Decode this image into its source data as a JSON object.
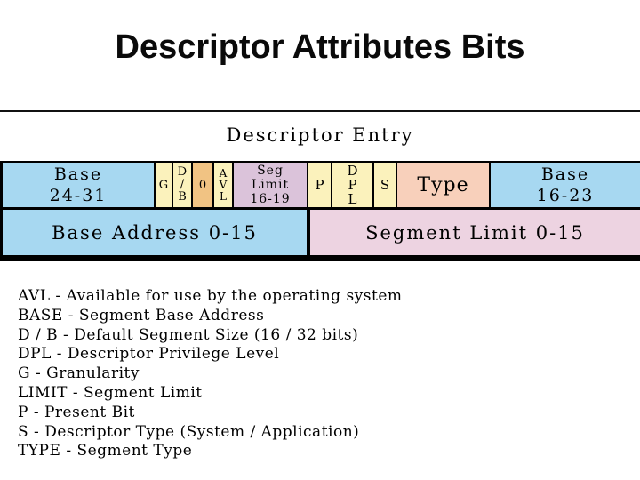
{
  "title": "Descriptor Attributes Bits",
  "diagram": {
    "label": "Descriptor Entry",
    "row_high": [
      {
        "id": "base-24-31",
        "bg": "blue",
        "lines": [
          "Base",
          "24-31"
        ]
      },
      {
        "id": "g",
        "bg": "yellow",
        "lines": [
          "G"
        ]
      },
      {
        "id": "d-b",
        "bg": "yellow",
        "lines": [
          "D",
          "/",
          "B"
        ]
      },
      {
        "id": "zero",
        "bg": "orange",
        "lines": [
          "0"
        ]
      },
      {
        "id": "avl",
        "bg": "yellow",
        "lines": [
          "A",
          "V",
          "L"
        ]
      },
      {
        "id": "seg-limit-16-19",
        "bg": "purple",
        "lines": [
          "Seg",
          "Limit",
          "16-19"
        ]
      },
      {
        "id": "p",
        "bg": "yellow",
        "lines": [
          "P"
        ]
      },
      {
        "id": "dpl",
        "bg": "yellow",
        "lines": [
          "D",
          "P",
          "L"
        ]
      },
      {
        "id": "s",
        "bg": "yellow",
        "lines": [
          "S"
        ]
      },
      {
        "id": "type",
        "bg": "peach",
        "lines": [
          "Type"
        ]
      },
      {
        "id": "base-16-23",
        "bg": "blue",
        "lines": [
          "Base",
          "16-23"
        ]
      }
    ],
    "row_low": [
      {
        "id": "base-address-0-15",
        "bg": "blue",
        "lines": [
          "Base Address 0-15"
        ]
      },
      {
        "id": "segment-limit-0-15",
        "bg": "pink",
        "lines": [
          "Segment Limit 0-15"
        ]
      }
    ]
  },
  "legend": [
    "AVL - Available for use by the operating system",
    "BASE - Segment Base Address",
    "D / B - Default Segment Size (16 / 32 bits)",
    "DPL - Descriptor Privilege Level",
    "G - Granularity",
    "LIMIT - Segment Limit",
    "P - Present Bit",
    "S - Descriptor Type (System / Application)",
    "TYPE - Segment Type"
  ],
  "colors": {
    "blue": "#A7D8F1",
    "yellow": "#FBF2BC",
    "orange": "#F1C383",
    "purple": "#DBC3DA",
    "peach": "#F8D0BB",
    "pink": "#EDD3E1",
    "ink": "#000000"
  }
}
